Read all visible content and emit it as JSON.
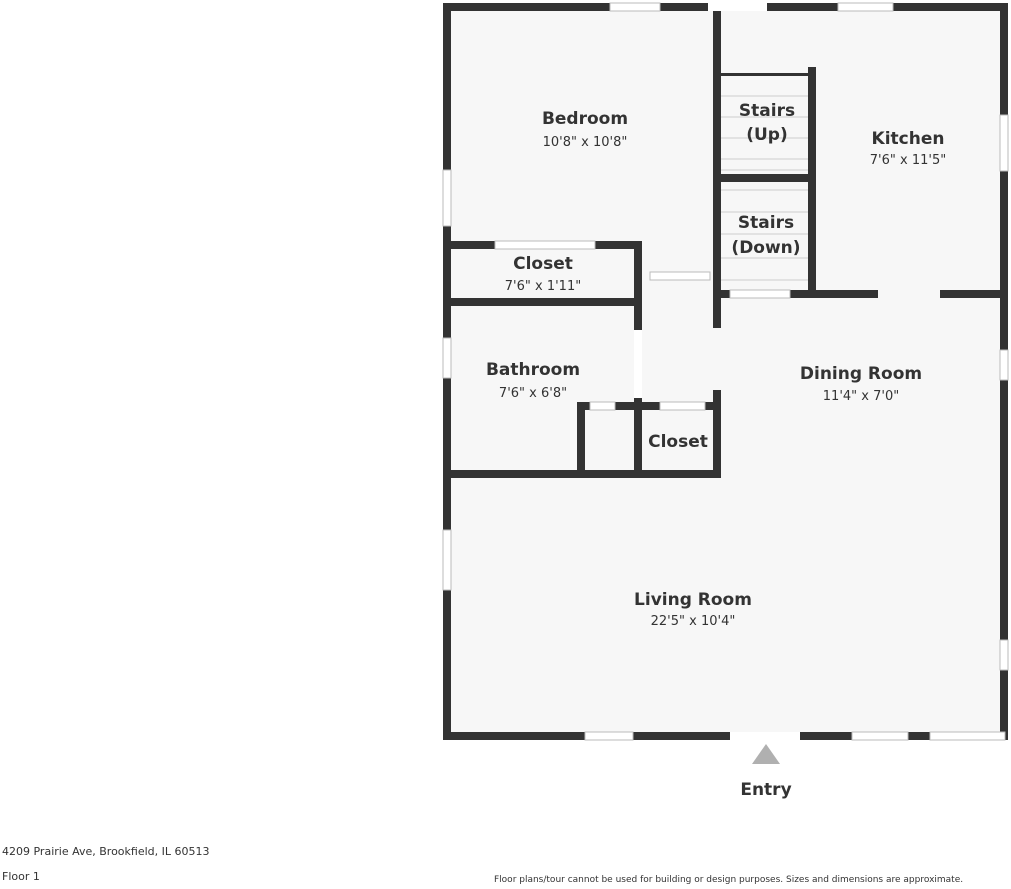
{
  "colors": {
    "wall": "#333333",
    "floor": "#f7f7f7",
    "entry_arrow": "#b0b0b0"
  },
  "rooms": [
    {
      "name": "Bedroom",
      "dims": "10'8\" x 10'8\""
    },
    {
      "name": "Stairs",
      "sub": "(Up)"
    },
    {
      "name": "Kitchen",
      "dims": "7'6\" x 11'5\""
    },
    {
      "name": "Stairs",
      "sub": "(Down)"
    },
    {
      "name": "Closet",
      "dims": "7'6\" x 1'11\""
    },
    {
      "name": "Bathroom",
      "dims": "7'6\" x 6'8\""
    },
    {
      "name": "Dining Room",
      "dims": "11'4\" x 7'0\""
    },
    {
      "name": "Closet"
    },
    {
      "name": "Living Room",
      "dims": "22'5\" x 10'4\""
    }
  ],
  "entry": {
    "label": "Entry",
    "icon": "triangle-up-icon"
  },
  "footer": {
    "address": "4209 Prairie Ave, Brookfield, IL 60513",
    "floor": "Floor 1",
    "disclaimer": "Floor plans/tour cannot be used for building or design purposes. Sizes and dimensions are approximate."
  }
}
